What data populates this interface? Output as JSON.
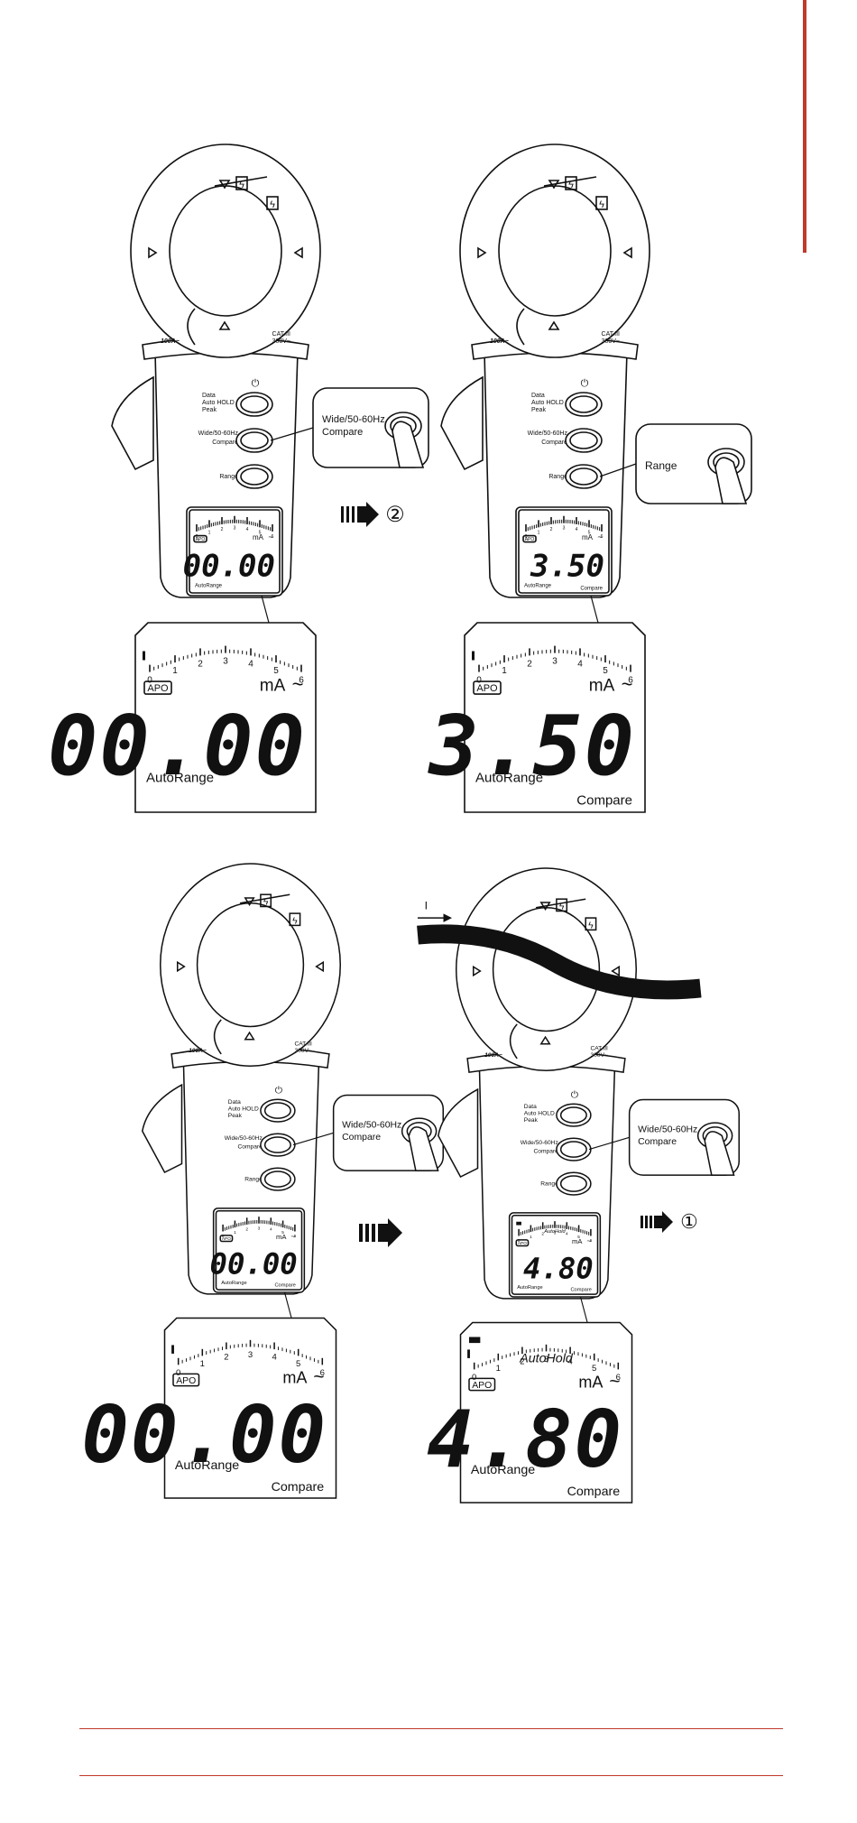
{
  "theme": {
    "accent": "#c0392b",
    "ink": "#111111",
    "paper": "#ffffff"
  },
  "meter": {
    "buttons": {
      "data_hold_lines": [
        "Data",
        "Auto HOLD",
        "Peak"
      ],
      "mode_lines": [
        "Wide/50-60Hz",
        "Compare"
      ],
      "range": "Range"
    },
    "jaw_left_rating": "100A~",
    "jaw_right_rating_lines": [
      "CAT.III",
      "300V~"
    ],
    "scale_ticks": [
      "0",
      "1",
      "2",
      "3",
      "4",
      "5",
      "6"
    ],
    "apo": "APO",
    "unit": "mA",
    "ac_symbol": "~",
    "autorange": "AutoRange",
    "compare": "Compare",
    "autohold": "AutoHold"
  },
  "callouts": {
    "mode_lines": [
      "Wide/50-60Hz",
      "Compare"
    ],
    "range": "Range"
  },
  "panels": [
    {
      "id": "p1",
      "reading": "00.00",
      "show_compare": false,
      "show_autohold": false,
      "callout": "mode"
    },
    {
      "id": "p2",
      "reading": "3.50",
      "show_compare": true,
      "show_autohold": false,
      "callout": "range"
    },
    {
      "id": "p3",
      "reading": "00.00",
      "show_compare": true,
      "show_autohold": false,
      "callout": "mode"
    },
    {
      "id": "p4",
      "reading": "4.80",
      "show_compare": true,
      "show_autohold": true,
      "callout": "mode",
      "conductor_label": "I"
    }
  ],
  "step_markers": {
    "to_step_2": "②",
    "to_step_1": "①"
  }
}
